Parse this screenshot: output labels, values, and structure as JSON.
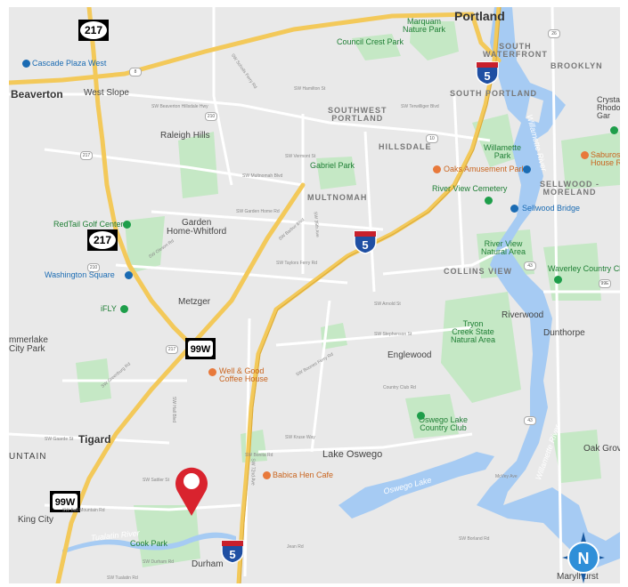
{
  "map": {
    "cities": {
      "portland": "Portland",
      "beaverton": "Beaverton",
      "tigard": "Tigard",
      "lake_oswego": "Lake Oswego",
      "king_city": "King City",
      "durham": "Durham",
      "metzger": "Metzger",
      "west_slope": "West Slope",
      "raleigh_hills": "Raleigh Hills",
      "garden_home": "Garden\nHome-Whitford",
      "riverwood": "Riverwood",
      "dunthorpe": "Dunthorpe",
      "englewood": "Englewood",
      "oak_grove": "Oak Grove",
      "summerlake": "mmerlake\nCity Park",
      "untain": "UNTAIN",
      "marylhurst": "Marylhurst",
      "crystal": "Crystal S\nRhodod\nGar"
    },
    "districts": {
      "south_waterfront": "SOUTH\nWATERFRONT",
      "south_portland": "SOUTH PORTLAND",
      "brooklyn": "BROOKLYN",
      "southwest_portland": "SOUTHWEST\nPORTLAND",
      "hillsdale": "HILLSDALE",
      "multnomah": "MULTNOMAH",
      "sellwood_moreland": "SELLWOOD -\nMORELAND",
      "collins_view": "COLLINS VIEW"
    },
    "pois_green": {
      "marquam": "Marquam\nNature Park",
      "council_crest": "Council Crest Park",
      "willamette_park": "Willamette\nPark",
      "gabriel_park": "Gabriel Park",
      "river_view_cemetery": "River View Cemetery",
      "redtail": "RedTail Golf Center",
      "river_view_natural": "River View\nNatural Area",
      "waverley": "Waverley Country Clu",
      "tryon": "Tryon\nCreek State\nNatural Area",
      "oswego_club": "Oswego Lake\nCountry Club",
      "cook_park": "Cook Park",
      "ifly": "iFLY"
    },
    "pois_orange": {
      "saburos": "Saburos S\nHouse Res",
      "well_good": "Well & Good\nCoffee House",
      "babica": "Babica Hen Cafe"
    },
    "pois_blue": {
      "cascade_plaza": "Cascade Plaza West",
      "washington_square": "Washington Square",
      "oaks_park": "Oaks Amusement Park",
      "sellwood_bridge": "Sellwood Bridge"
    },
    "water": {
      "oswego_lake": "Oswego Lake",
      "willamette_river": "Willamette River",
      "tualatin_river": "Tualatin River"
    },
    "shields": {
      "or217_a": "217",
      "or217_b": "217",
      "us99w_a": "99W",
      "us99w_b": "99W",
      "i5_a": "5",
      "i5_b": "5",
      "i5_c": "5"
    },
    "streets": [
      "SW Hamilton St",
      "SW Vermont St",
      "SW Multnomah Blvd",
      "SW Garden Home Rd",
      "SW Taylors Ferry Rd",
      "SW Oleson Rd",
      "SW Scholls Ferry Rd",
      "SW Beaverton Hillsdale Hwy",
      "SW Barbur Blvd",
      "SW Terwilliger Blvd",
      "SW Boones Ferry Rd",
      "SW Stephenson St",
      "SW Arnold St",
      "SW Greenburg Rd",
      "SW Hall Blvd",
      "SW Durham Rd",
      "SW Bonita Rd",
      "SW Sattler St",
      "SW Gaarde St",
      "SW Bull Mountain Rd",
      "SW 72nd Ave",
      "SW 35th Ave",
      "SW Kruse Way",
      "Country Club Rd",
      "McVey Ave",
      "SW Borland Rd",
      "SW Tualatin Rd",
      "Jean Rd"
    ],
    "compass_label": "N",
    "colors": {
      "water": "#a6cbf3",
      "park": "#c5e8c5",
      "freeway": "#f3c95a",
      "arterial": "#ffffff",
      "pin": "#d9232e",
      "compass": "#2f8fd8"
    }
  }
}
